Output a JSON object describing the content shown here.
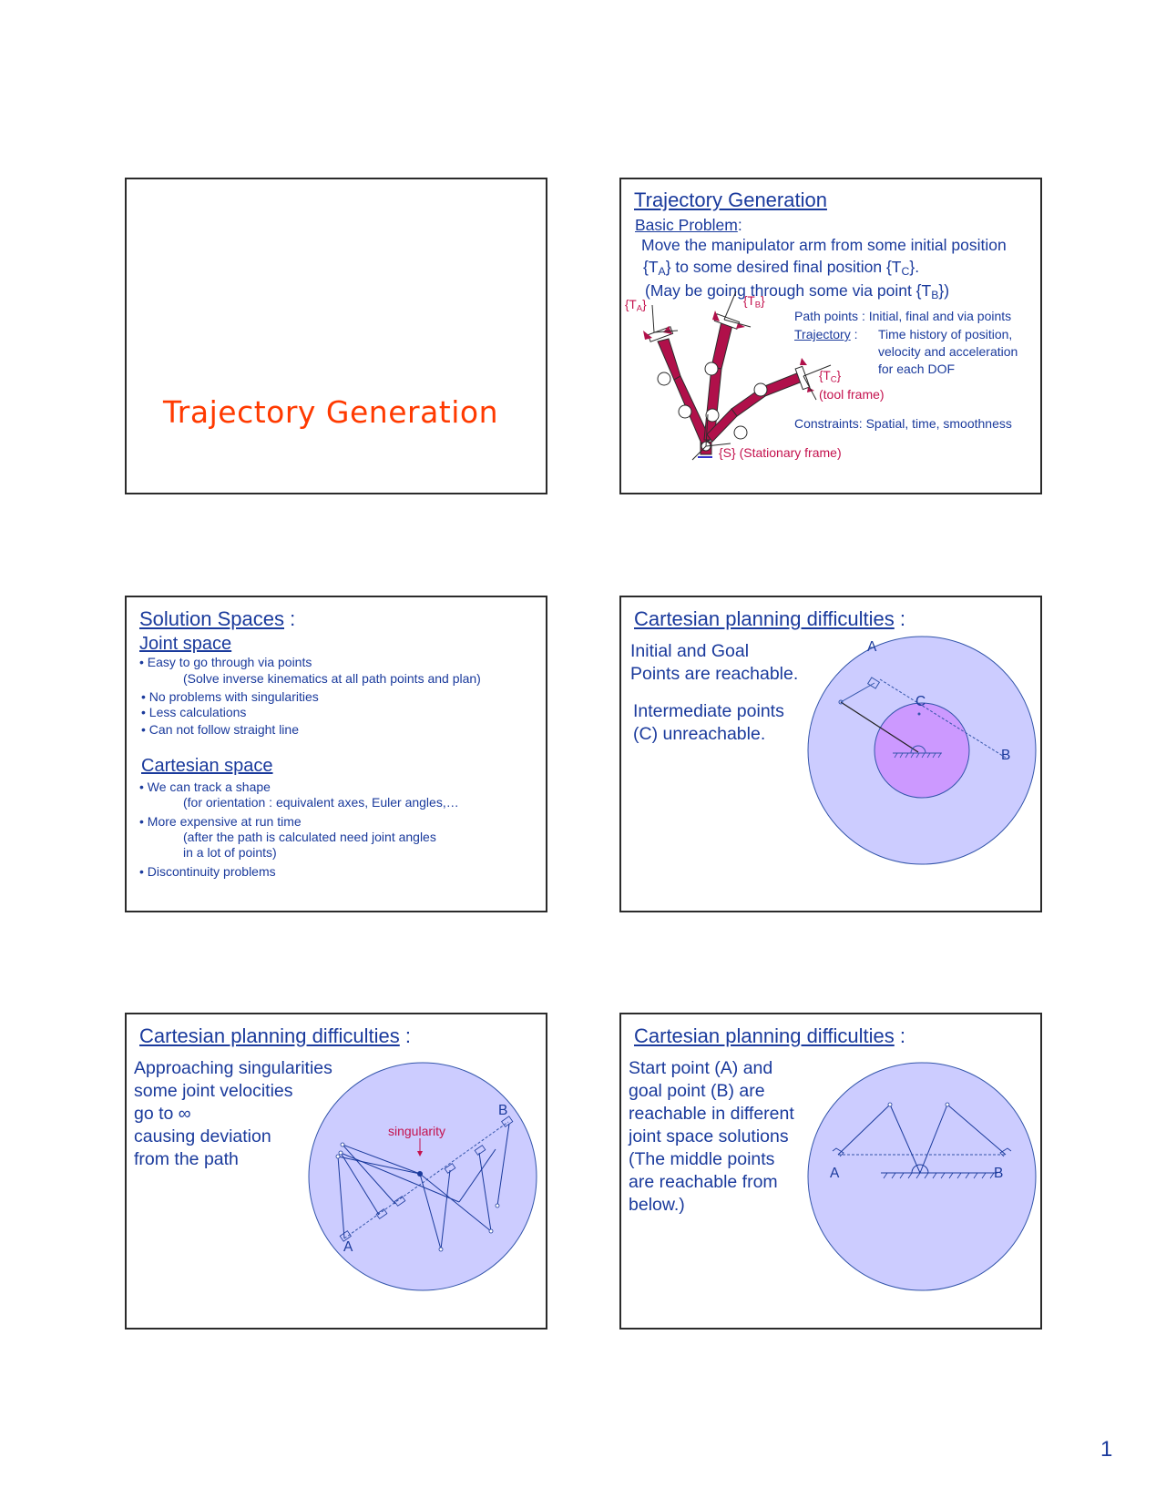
{
  "page": {
    "number": "1"
  },
  "slides": [
    {
      "title": "Trajectory Generation"
    },
    {
      "title": "Trajectory Generation",
      "basic_problem_label": "Basic Problem",
      "basic_problem_colon": ":",
      "line1": "Move the manipulator arm from some initial position",
      "line2_pre": "{T",
      "line2_sub1": "A",
      "line2_mid": "} to some desired final position {T",
      "line2_sub2": "C",
      "line2_post": "}.",
      "line3_pre": "(May be going through some via point {T",
      "line3_sub": "B",
      "line3_post": "})",
      "frame_ta": {
        "pre": "{T",
        "sub": "A",
        "post": "}"
      },
      "frame_tb": {
        "pre": "{T",
        "sub": "B",
        "post": "}"
      },
      "frame_tc": {
        "pre": "{T",
        "sub": "C",
        "post": "}"
      },
      "tool_frame": "(tool frame)",
      "stationary_frame": "{S} (Stationary frame)",
      "path_points": "Path points : Initial, final and via points",
      "trajectory_label": "Trajectory",
      "trajectory_colon": " :",
      "trajectory_desc": [
        "Time history of position,",
        "velocity and acceleration",
        "for each DOF"
      ],
      "constraints": "Constraints: Spatial, time, smoothness",
      "colors": {
        "arm": "#b0104a",
        "text": "#1a3a9c",
        "label": "#c4124e"
      }
    },
    {
      "title": "Solution Spaces",
      "title_suffix": " :",
      "joint_space": {
        "heading": "Joint space",
        "items": [
          "• Easy to go through via points",
          "(Solve inverse kinematics at all path points and plan)",
          "• No problems with singularities",
          "• Less calculations",
          "• Can not follow straight line"
        ]
      },
      "cartesian_space": {
        "heading": "Cartesian space",
        "items": [
          "• We can track a shape",
          "(for orientation : equivalent axes, Euler angles,…",
          "• More expensive at run time",
          "(after the path is calculated need joint angles",
          "in a lot of points)",
          "• Discontinuity problems"
        ]
      }
    },
    {
      "title": "Cartesian planning difficulties",
      "title_suffix": " :",
      "text1": [
        "Initial and Goal",
        "Points are reachable."
      ],
      "text2": [
        "Intermediate points",
        "(C) unreachable."
      ],
      "labels": {
        "a": "A",
        "b": "B",
        "c": "C"
      },
      "colors": {
        "outer": "#ccccff",
        "inner": "#cc99ff",
        "stroke": "#3355aa"
      }
    },
    {
      "title": "Cartesian planning difficulties",
      "title_suffix": " :",
      "text": [
        "Approaching singularities",
        "some joint velocities",
        "go to  ∞",
        "causing deviation",
        "from the path"
      ],
      "singularity_label": "singularity",
      "labels": {
        "a": "A",
        "b": "B"
      }
    },
    {
      "title": "Cartesian planning difficulties",
      "title_suffix": " :",
      "text": [
        "Start point (A) and",
        "goal point (B) are",
        "reachable in different",
        "joint space solutions",
        "(The middle points",
        "are reachable from",
        "below.)"
      ],
      "labels": {
        "a": "A",
        "b": "B"
      }
    }
  ]
}
